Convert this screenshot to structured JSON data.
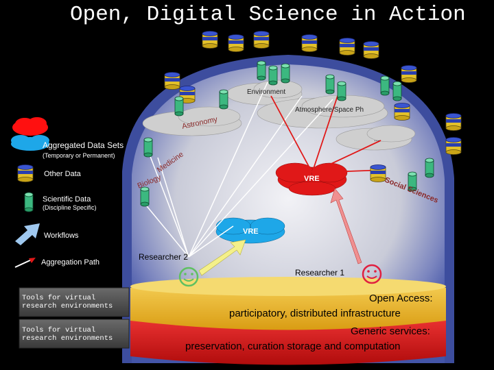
{
  "title": "Open, Digital Science in Action",
  "legend": {
    "aggregated": "Aggregated Data Sets",
    "aggregated_sub": "(Temporary or Permanent)",
    "other": "Other Data",
    "scientific": "Scientific Data",
    "scientific_sub": "(Discipline Specific)",
    "workflows": "Workflows",
    "aggregation": "Aggregation Path"
  },
  "tools": [
    {
      "line1": "Tools for virtual",
      "line2": "research environments"
    },
    {
      "line1": "Tools for virtual",
      "line2": "research environments"
    }
  ],
  "domains": {
    "environment": "Environment",
    "atmosphere": "Atmosphere/Space Ph",
    "astronomy": "Astronomy",
    "biology": "Biology",
    "medicine": "Medicine",
    "social": "Social Sciences",
    "ellipsis": "..."
  },
  "vre": {
    "upper": "VRE",
    "lower": "VRE"
  },
  "researchers": {
    "r1": "Researcher 1",
    "r2": "Researcher 2"
  },
  "bands": {
    "open_access_title": "Open Access:",
    "open_access_desc": "participatory, distributed infrastructure",
    "generic_title": "Generic services:",
    "generic_desc": "preservation, curation storage and computation"
  },
  "colors": {
    "dome": "#4a5fae",
    "cloud": "#d0d0d0",
    "vre_red": "#e01818",
    "vre_blue": "#1ea7e8",
    "band_yellow": "#f0c020",
    "band_red": "#d01818",
    "scientific_green": "#3cb880",
    "other_blue": "#2a3fb0",
    "smiley_green": "#5fc060",
    "smiley_red": "#e02040"
  }
}
